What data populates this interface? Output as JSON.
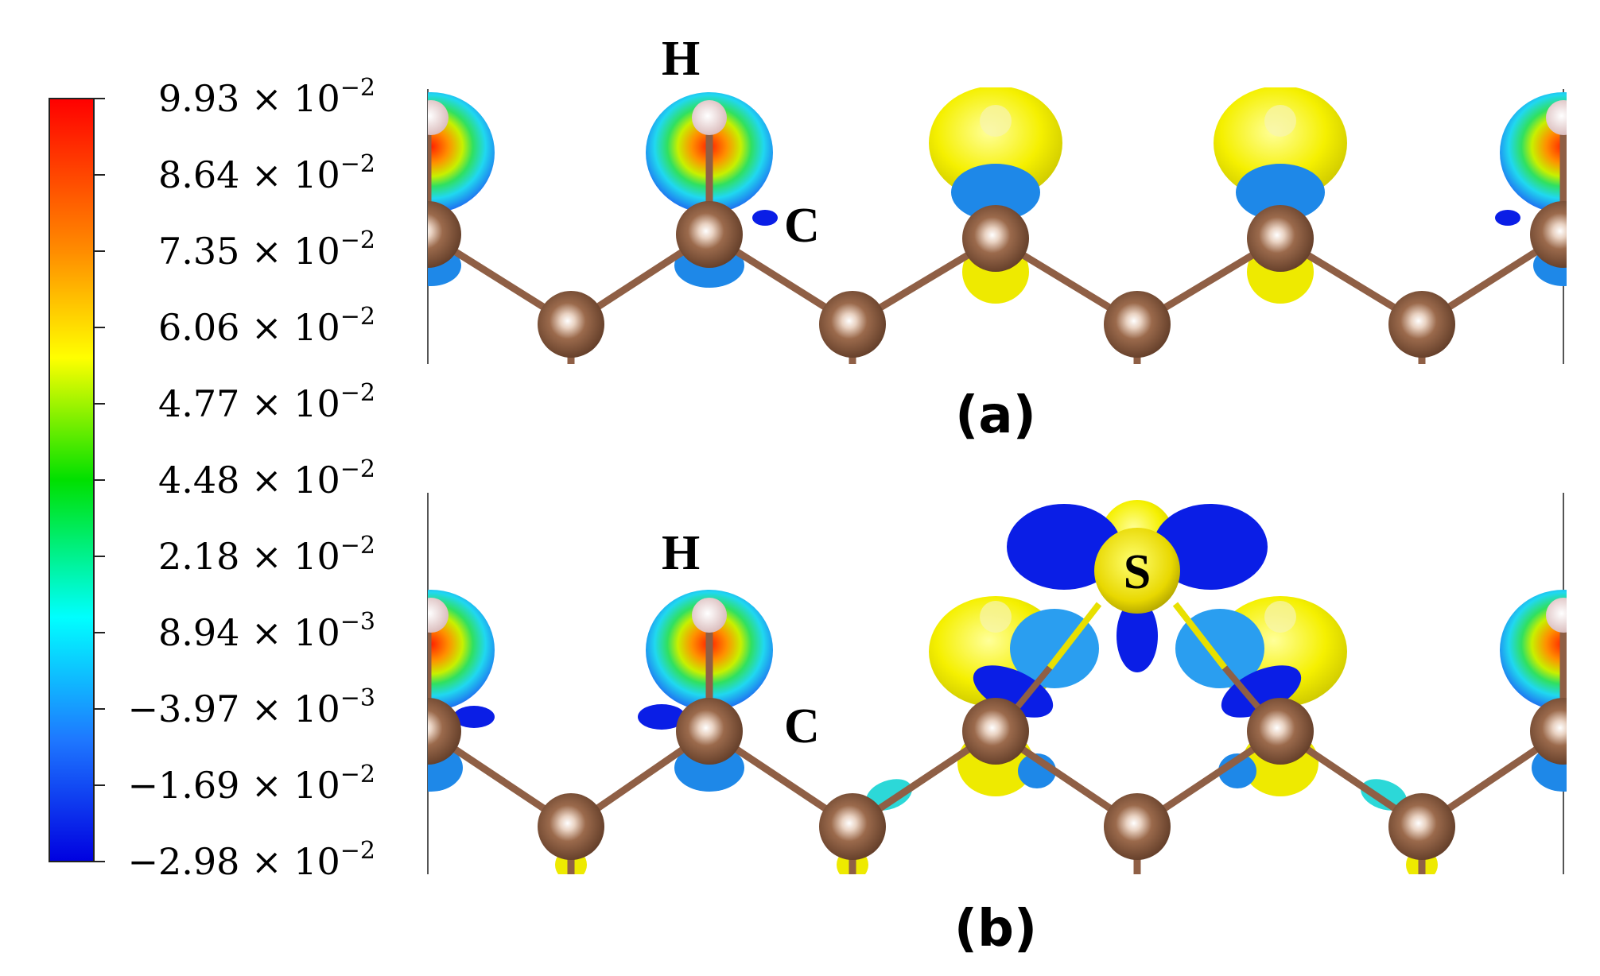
{
  "colorbar": {
    "ticks": [
      {
        "mantissa": "9.93",
        "exp": "−2"
      },
      {
        "mantissa": "8.64",
        "exp": "−2"
      },
      {
        "mantissa": "7.35",
        "exp": "−2"
      },
      {
        "mantissa": "6.06",
        "exp": "−2"
      },
      {
        "mantissa": "4.77",
        "exp": "−2"
      },
      {
        "mantissa": "4.48",
        "exp": "−2"
      },
      {
        "mantissa": "2.18",
        "exp": "−2"
      },
      {
        "mantissa": "8.94",
        "exp": "−3"
      },
      {
        "mantissa": "−3.97",
        "exp": "−3"
      },
      {
        "mantissa": "−1.69",
        "exp": "−2"
      },
      {
        "mantissa": "−2.98",
        "exp": "−2"
      }
    ],
    "times_base": "× 10",
    "gradient_colors": [
      "#ff0000",
      "#ff8000",
      "#ffff00",
      "#00ff00",
      "#00ffff",
      "#0080ff",
      "#0000ff"
    ]
  },
  "panels": [
    {
      "id": "a",
      "label": "(a)",
      "atom_labels": {
        "hydrogen": "H",
        "carbon": "C"
      }
    },
    {
      "id": "b",
      "label": "(b)",
      "atom_labels": {
        "hydrogen": "H",
        "carbon": "C",
        "sulfur": "S"
      }
    }
  ],
  "colors": {
    "carbon": "#8a5a3c",
    "hydrogen": "#f3dede",
    "sulfur": "#e8d800",
    "iso_positive": "#f2f000",
    "iso_negative_dark": "#0a1ee6",
    "iso_negative_light": "#1e8ff0",
    "bond": "#8f5f45"
  }
}
